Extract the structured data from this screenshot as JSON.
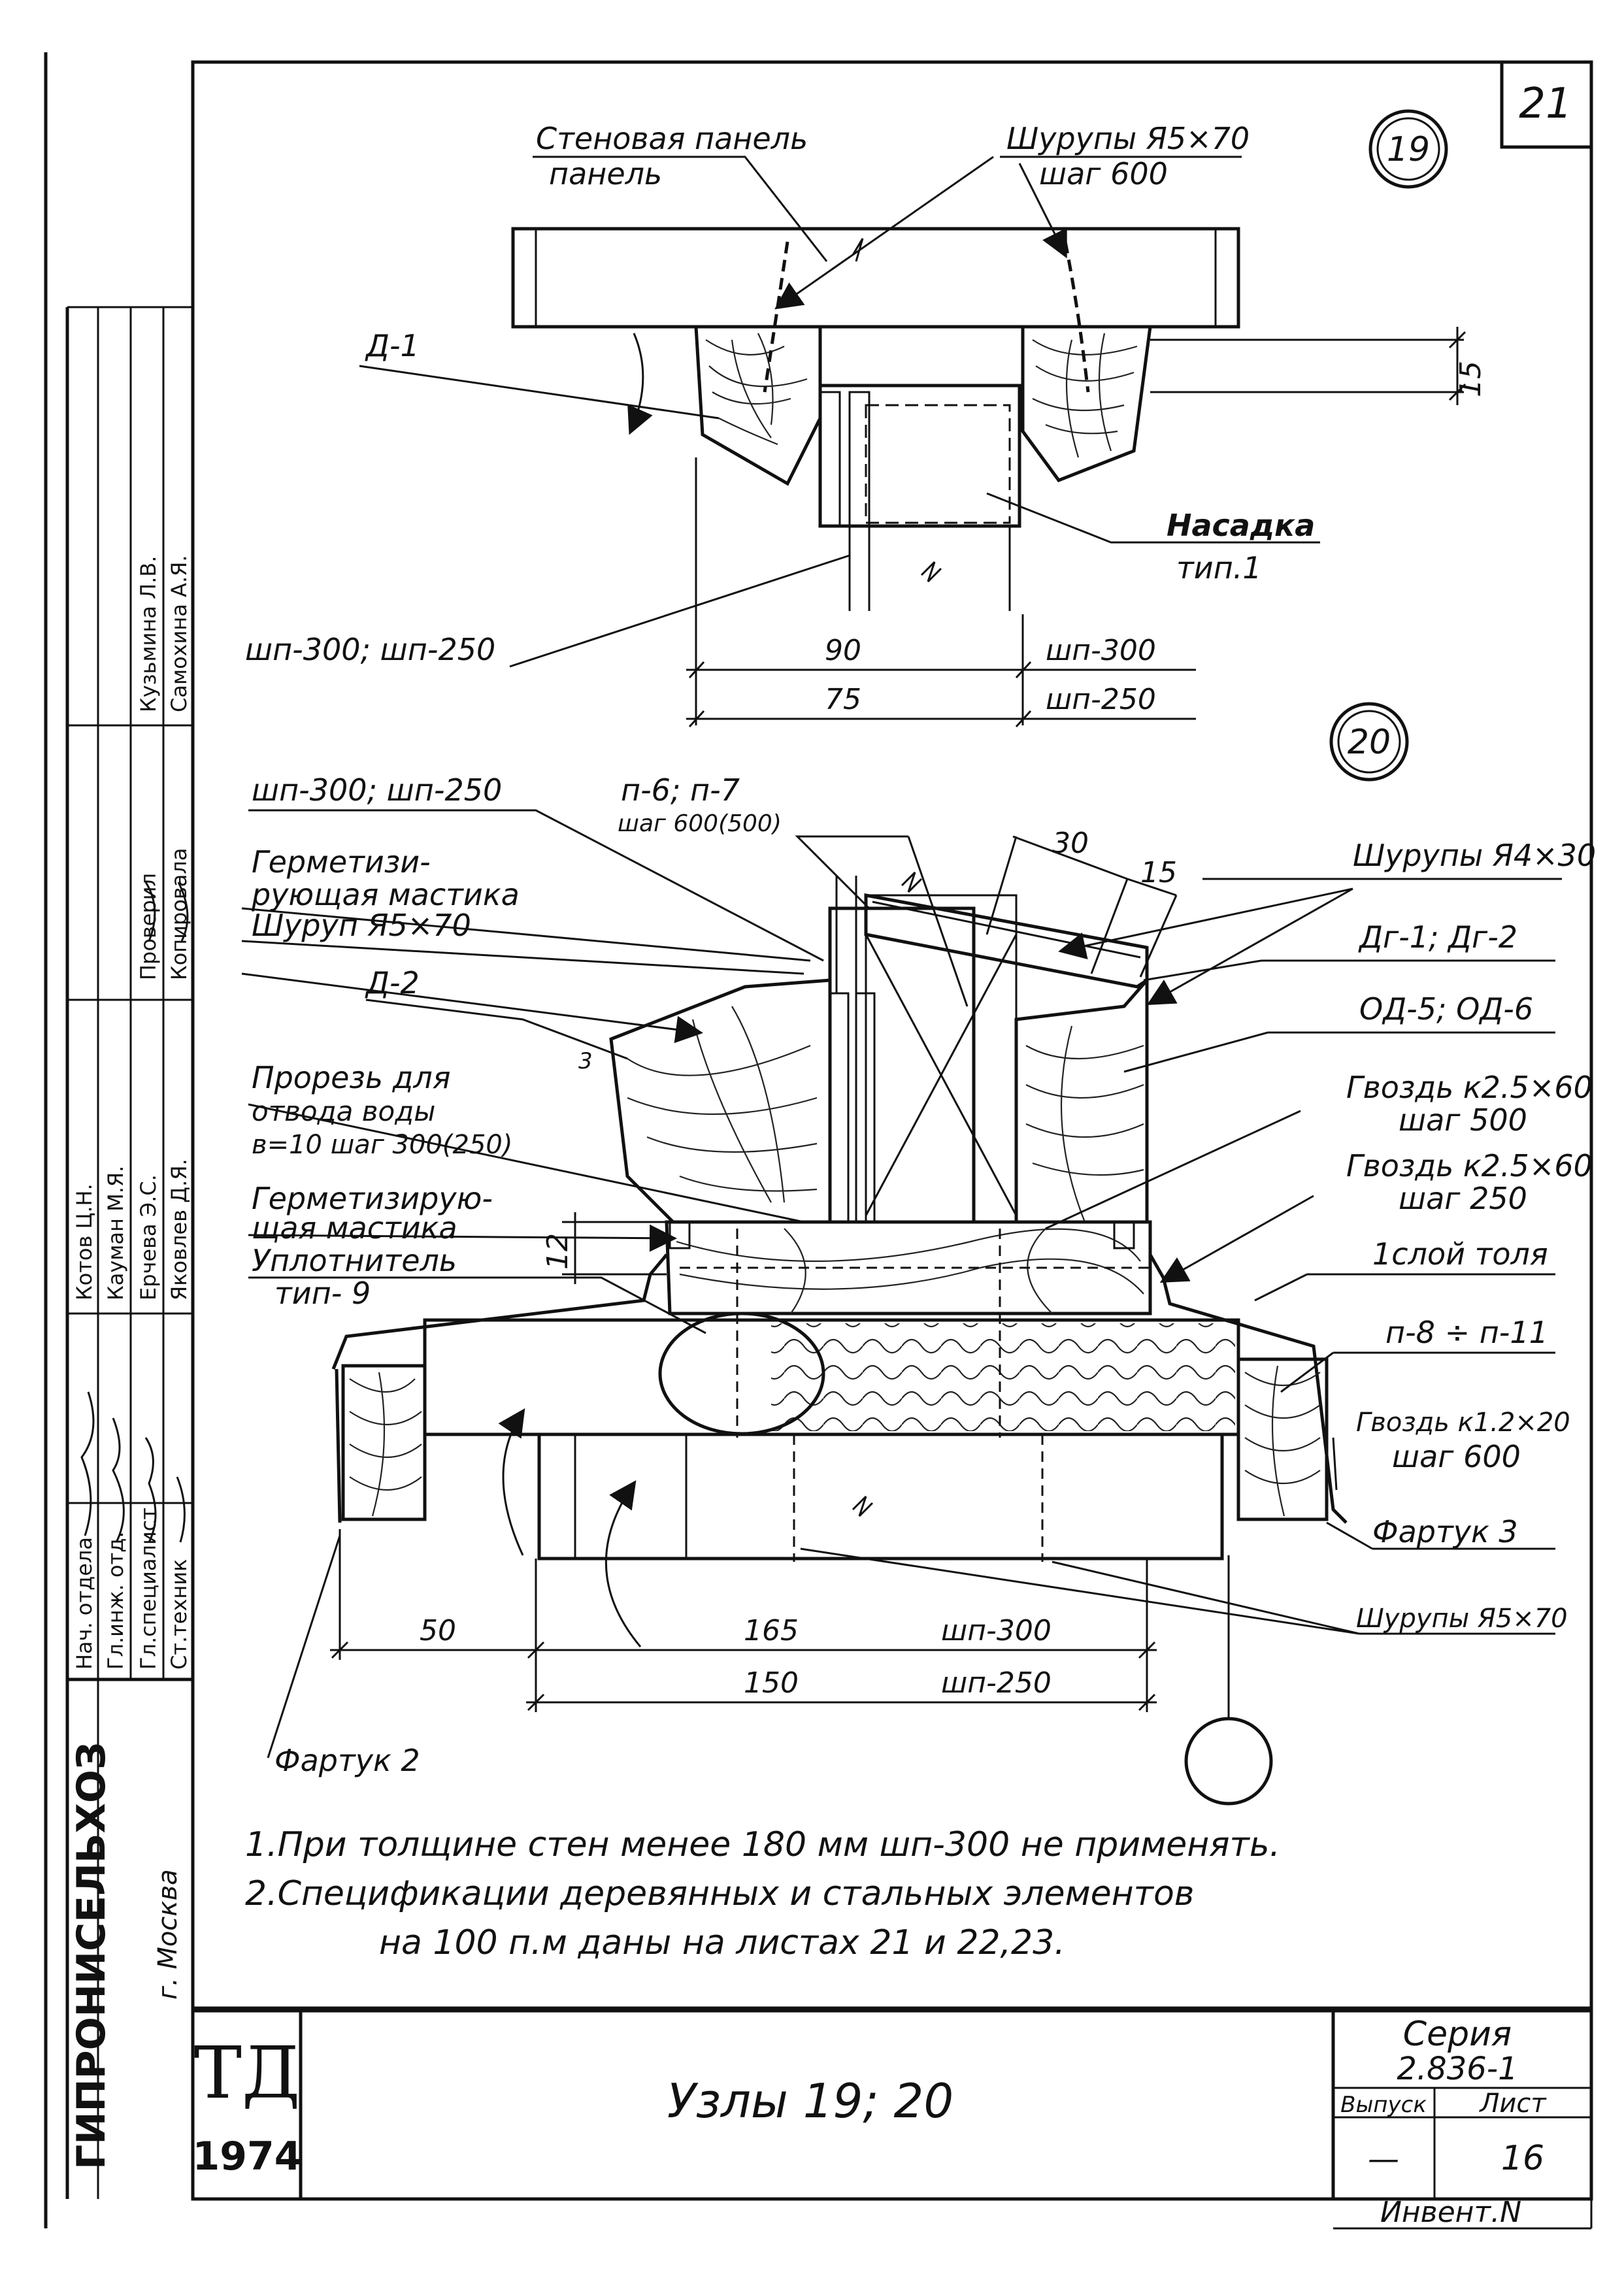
{
  "sheet": {
    "corner_number": "21",
    "node_19_marker": "19",
    "node_20_marker": "20",
    "title_block": {
      "org": "ГИПРОНИСЕЛЬХОЗ",
      "city": "г. Москва",
      "td": "ТД",
      "year": "1974",
      "title": "Узлы 19; 20",
      "series_label": "Серия",
      "series_value": "2.836-1",
      "issue_label": "Выпуск",
      "issue_value": "—",
      "sheet_label": "Лист",
      "sheet_value": "16",
      "inventory_label": "Инвент.N"
    },
    "stamp": {
      "roles": [
        "Нач. отдела",
        "Гл.инж. отд.",
        "Гл.специалист",
        "Ст.техник"
      ],
      "names": [
        "Котов Ц.Н.",
        "Кауман М.Я.",
        "Ерчева Э.С.",
        "Яковлев Д.Я."
      ],
      "check_roles": [
        "Проверил",
        "Копировала"
      ],
      "check_names": [
        "Кузьмина Л.В.",
        "Самохина А.Я."
      ]
    }
  },
  "node19": {
    "wall_panel_label": "Стеновая панель",
    "screws_label": "Шурупы Я5×70",
    "screws_step": "шаг 600",
    "d1_label": "Д-1",
    "dim_15": "15",
    "cap_label": "Насадка",
    "cap_type": "тип.1",
    "shp_label": "шп-300; шп-250",
    "dim_90": "90",
    "dim_75": "75",
    "shp300": "шп-300",
    "shp250": "шп-250"
  },
  "node20": {
    "shp_label": "шп-300; шп-250",
    "p67_label": "п-6; п-7",
    "p67_step": "шаг 600(500)",
    "seal_mastic_1": "Герметизи-",
    "seal_mastic_2": "рующая мастика",
    "screw_label": "Шуруп Я5×70",
    "screws_4_label": "Шурупы Я4×30",
    "dim_30": "30",
    "dim_15": "15",
    "dim_3": "3",
    "dg_label": "Дг-1; Дг-2",
    "od_label": "ОД-5; ОД-6",
    "d2_label": "Д-2",
    "slot_1": "Прорезь для",
    "slot_2": "отвода воды",
    "slot_3": "в=10 шаг 300(250)",
    "dim_12": "12",
    "nail_1": "Гвоздь к2.5×60",
    "nail_1_step": "шаг 500",
    "nail_2": "Гвоздь к2.5×60",
    "nail_2_step": "шаг 250",
    "seal2_1": "Герметизирую-",
    "seal2_2": "щая мастика",
    "seal3_1": "Уплотнитель",
    "seal3_2": "тип- 9",
    "felt_label": "1слой толя",
    "p811_label": "п-8 ÷ п-11",
    "nail_3": "Гвоздь к1.2×20",
    "nail_3_step": "шаг 600",
    "apron3": "Фартук 3",
    "screws_bottom": "Шурупы Я5×70",
    "dim_50": "50",
    "dim_165": "165",
    "dim_150": "150",
    "shp300": "шп-300",
    "shp250": "шп-250",
    "apron2": "Фартук 2"
  },
  "notes": {
    "line1": "1.При толщине стен менее 180 мм шп-300 не применять.",
    "line2": "2.Спецификации деревянных и стальных элементов",
    "line3": "на 100 п.м даны на листах 21 и 22,23."
  }
}
